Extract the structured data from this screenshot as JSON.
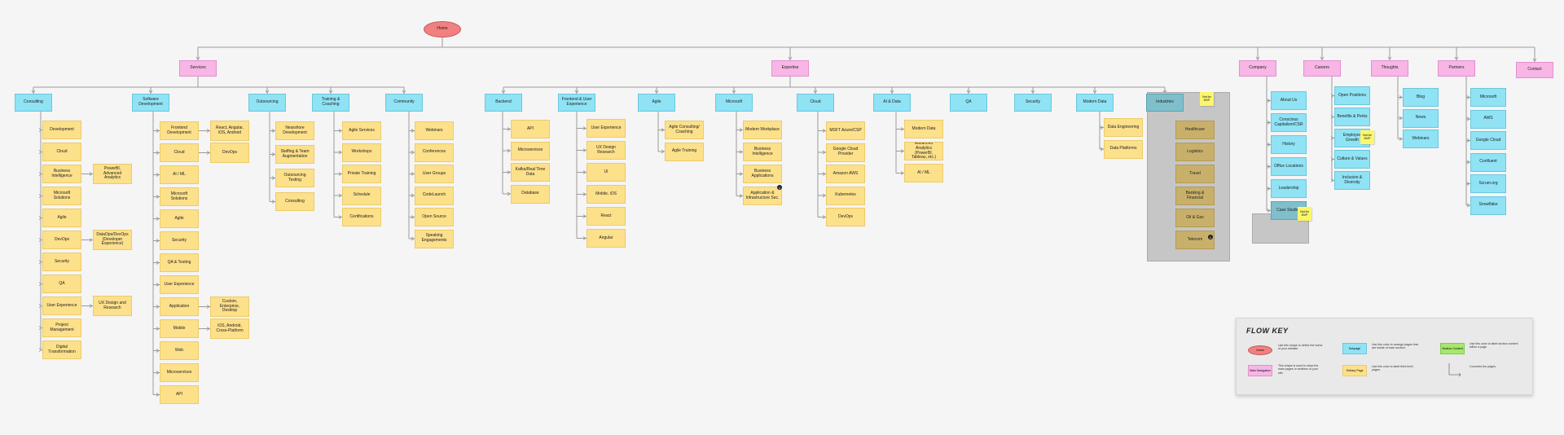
{
  "home": "Home",
  "main": [
    {
      "label": "Services",
      "cols": [
        {
          "label": "Consulting",
          "items": [
            "Development",
            "Cloud",
            "Business Intelligence",
            "Microsoft Solutions",
            "Agile",
            "DevOps",
            "Security",
            "QA",
            "User Experience",
            "Project Management",
            "Digital Transformation"
          ],
          "side": {
            "2": "PowerBI, Advanced Analytics",
            "5": "DataOps/DevOps (Developer Experience)",
            "8": "UX Design and Research"
          }
        },
        {
          "label": "Software Development",
          "items": [
            "Frontend Development",
            "Cloud",
            "AI / ML",
            "Microsoft Solutions",
            "Agile",
            "Security",
            "QA & Testing",
            "User Experience",
            "Application",
            "Mobile",
            "Web",
            "Microservices",
            "API"
          ],
          "side": {
            "0": "React, Angular, iOS, Android",
            "1": "DevOps",
            "8": "Custom, Enterprise, Desktop",
            "9": "iOS, Android, Cross-Platform"
          }
        },
        {
          "label": "Outsourcing",
          "items": [
            "Nearshore Development",
            "Staffing & Team Augmentation",
            "Outsourcing Testing",
            "Consulting"
          ]
        },
        {
          "label": "Training & Coaching",
          "items": [
            "Agile Services",
            "Workshops",
            "Private Training",
            "Schedule",
            "Certifications"
          ]
        },
        {
          "label": "Community",
          "items": [
            "Webinars",
            "Conferences",
            "User Groups",
            "CodeLaunch",
            "Open Source",
            "Speaking Engagements"
          ]
        }
      ]
    },
    {
      "label": "Expertise",
      "cols": [
        {
          "label": "Backend",
          "items": [
            "API",
            "Microservices",
            "Kafka/Real Time Data",
            "Database"
          ]
        },
        {
          "label": "Frontend & User Experience",
          "items": [
            "User Experience",
            "UX Design Research",
            "UI",
            "Mobile, iOS",
            "React",
            "Angular"
          ]
        },
        {
          "label": "Agile",
          "items": [
            "Agile Consulting/ Coaching",
            "Agile Training"
          ]
        },
        {
          "label": "Microsoft",
          "items": [
            "Modern Workplace",
            "Business Intelligence",
            "Business Applications",
            "Application & Infrastructure Sec."
          ]
        },
        {
          "label": "Cloud",
          "items": [
            "MSFT Azure/CSP",
            "Google Cloud Provider",
            "Amazon AWS",
            "Kubernetes",
            "DevOps"
          ]
        },
        {
          "label": "AI & Data",
          "items": [
            "Modern Data",
            "Advanced Analytics (PowerBI, Tableau, etc.)",
            "AI / ML"
          ]
        },
        {
          "label": "QA",
          "items": []
        },
        {
          "label": "Security",
          "items": []
        },
        {
          "label": "Modern Data",
          "items": [
            "Data Engineering",
            "Data Platforms"
          ]
        },
        {
          "label": "Industries",
          "items": [
            "Healthcare",
            "Logistics",
            "Travel",
            "Banking & Financial",
            "Oil & Gas",
            "Telecom"
          ]
        }
      ]
    },
    {
      "label": "Company",
      "cols": [
        {
          "label": "",
          "items": [
            "About Us",
            "Conscious Capitalism/CSR",
            "History",
            "Office Locations",
            "Leadership",
            "Case Studies"
          ]
        }
      ]
    },
    {
      "label": "Careers",
      "cols": [
        {
          "label": "",
          "items": [
            "Open Positions",
            "Benefits & Perks",
            "Employee Growth",
            "Culture & Values",
            "Inclusion & Diversity"
          ]
        }
      ]
    },
    {
      "label": "Thoughts",
      "cols": [
        {
          "label": "",
          "items": [
            "Blog",
            "News",
            "Webinars"
          ]
        }
      ]
    },
    {
      "label": "Partners",
      "cols": [
        {
          "label": "",
          "items": [
            "Microsoft",
            "AWS",
            "Google Cloud",
            "Confluent",
            "Scrum.org",
            "Snowflake"
          ]
        }
      ]
    },
    {
      "label": "Contact",
      "cols": []
    }
  ],
  "notes": [
    "Not for MVP",
    "Not for MVP",
    "Not for MVP"
  ],
  "badges": [
    "1",
    "1"
  ],
  "flow_key": {
    "title": "FLOW KEY",
    "home_label": "Home",
    "home_desc": "Use this shape to define the home of your website.",
    "main_label": "Main Navigation",
    "main_desc": "This shape is used to show the main pages or sections of your site.",
    "sub_label": "Subpage",
    "sub_desc": "Use this color to arrange pages that are inside of each section.",
    "ter_label": "Tertiary Page",
    "ter_desc": "Use this color to label third level pages.",
    "sec_label": "Section Content",
    "sec_desc": "Use this color to label section content within a page",
    "conn_desc": "Connects the pages.",
    "colors": {
      "home": "#f28080",
      "main": "#f7b6e6",
      "sub": "#8fe3f5",
      "ter": "#fde08a",
      "sec": "#a6e86a"
    }
  }
}
